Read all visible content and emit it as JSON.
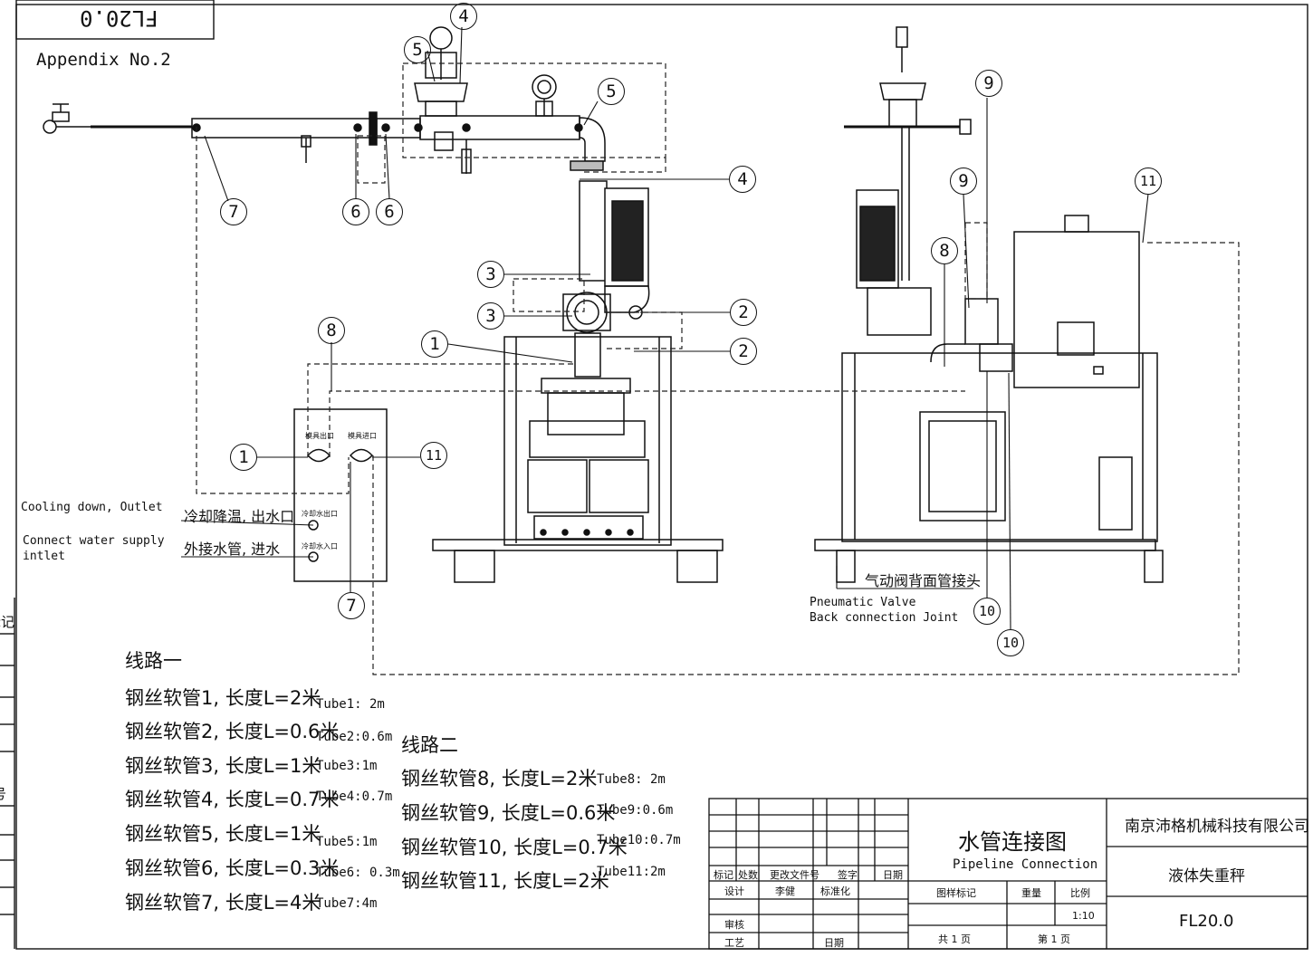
{
  "drawing_number_flipped": "FL20.0",
  "appendix_label": "Appendix No.2",
  "balloons": {
    "b1": "1",
    "b2": "2",
    "b3": "3",
    "b4": "4",
    "b5": "5",
    "b6": "6",
    "b7": "7",
    "b8": "8",
    "b9": "9",
    "b10": "10",
    "b11": "11"
  },
  "control_box": {
    "outlet_port_label": "模具出口",
    "inlet_port_label": "模具进口",
    "water_out_label": "冷却水出口",
    "water_in_label": "冷却水入口"
  },
  "callouts": {
    "cooling_outlet_en": "Cooling down, Outlet",
    "cooling_outlet_cn": "冷却降温, 出水口",
    "water_supply_en_line1": "Connect water supply",
    "water_supply_en_line2": "intlet",
    "water_supply_cn": "外接水管, 进水",
    "pneumatic_cn": "气动阀背面管接头",
    "pneumatic_en_line1": "Pneumatic Valve",
    "pneumatic_en_line2": "Back connection Joint"
  },
  "line_one": {
    "title": "线路一",
    "tubes": [
      {
        "cn": "钢丝软管1, 长度L=2米",
        "en": "Tube1: 2m"
      },
      {
        "cn": "钢丝软管2, 长度L=0.6米",
        "en": "Tube2:0.6m"
      },
      {
        "cn": "钢丝软管3, 长度L=1米",
        "en": "Tube3:1m"
      },
      {
        "cn": "钢丝软管4, 长度L=0.7米",
        "en": "Tube4:0.7m"
      },
      {
        "cn": "钢丝软管5, 长度L=1米",
        "en": "Tube5:1m"
      },
      {
        "cn": "钢丝软管6, 长度L=0.3米",
        "en": "Tube6: 0.3m"
      },
      {
        "cn": "钢丝软管7, 长度L=4米",
        "en": "Tube7:4m"
      }
    ]
  },
  "line_two": {
    "title": "线路二",
    "tubes": [
      {
        "cn": "钢丝软管8, 长度L=2米",
        "en": "Tube8: 2m"
      },
      {
        "cn": "钢丝软管9, 长度L=0.6米",
        "en": "Tube9:0.6m"
      },
      {
        "cn": "钢丝软管10, 长度L=0.7米",
        "en": "Tube10:0.7m"
      },
      {
        "cn": "钢丝软管11, 长度L=2米",
        "en": "Tube11:2m"
      }
    ]
  },
  "title_block": {
    "drawing_title_cn": "水管连接图",
    "drawing_title_en": "Pipeline Connection",
    "company": "南京沛格机械科技有限公司",
    "product": "液体失重秤",
    "drawing_number": "FL20.0",
    "col_mark": "标记",
    "col_count": "处数",
    "col_change_doc": "更改文件号",
    "col_signature": "签字",
    "col_date": "日期",
    "design_label": "设计",
    "designer": "李健",
    "standardization_label": "标准化",
    "stage_mark_label": "图样标记",
    "weight_label": "重量",
    "scale_label": "比例",
    "scale_value": "1:10",
    "review_label": "审核",
    "process_label": "工艺",
    "date_label": "日期",
    "total_pages": "共 1 页",
    "page_no": "第 1 页"
  },
  "margin_labels": {
    "upper": "标记",
    "lower": "号"
  }
}
